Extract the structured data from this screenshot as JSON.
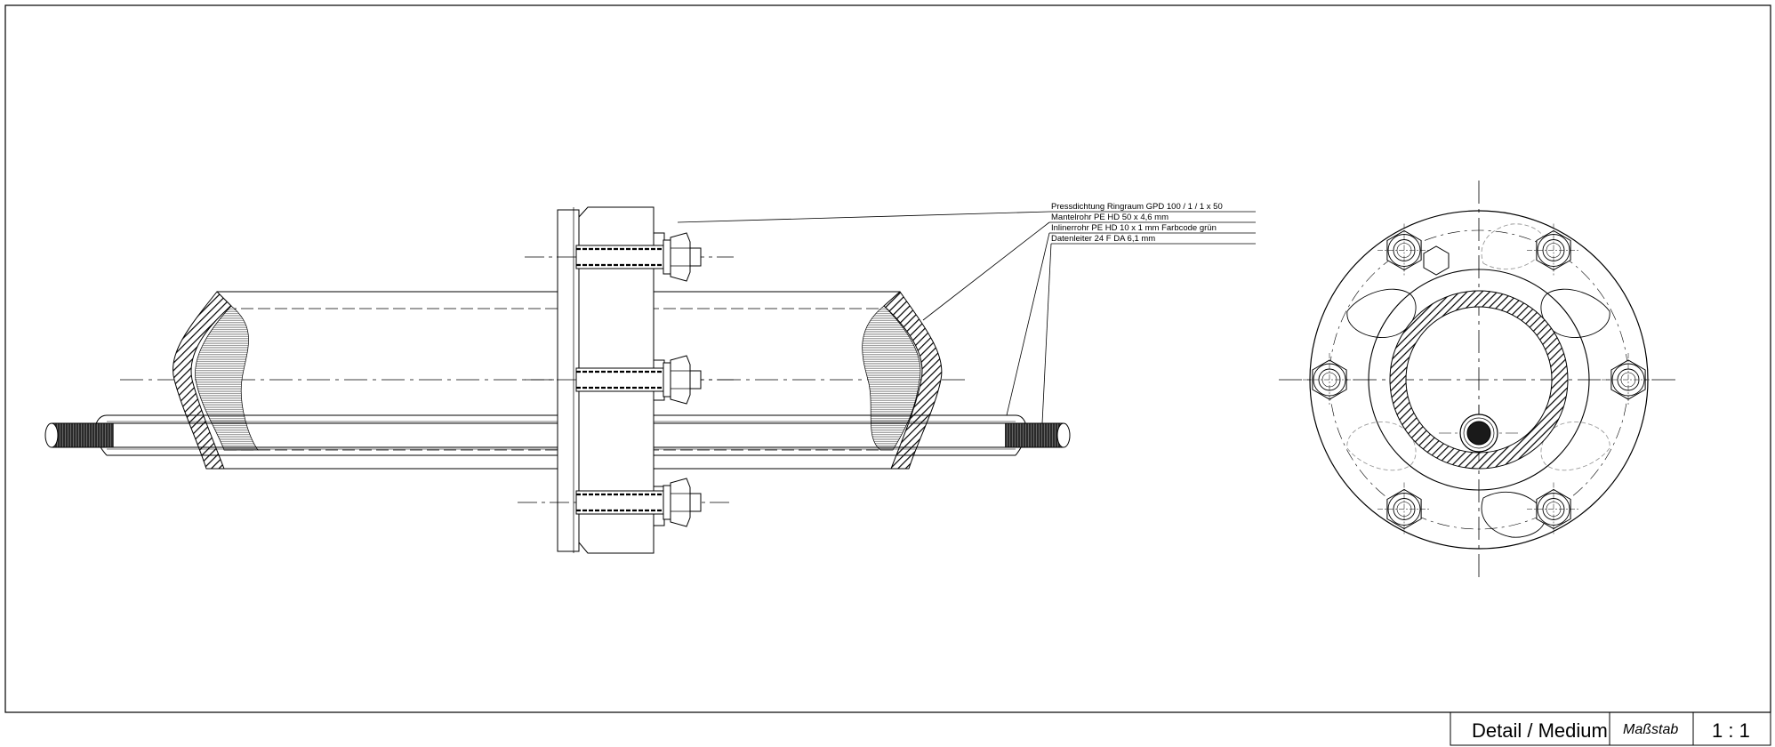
{
  "callouts": [
    "Pressdichtung Ringraum GPD 100 / 1 / 1 x 50",
    "Mantelrohr PE HD 50 x 4,6 mm",
    "Inlinerrohr PE HD 10 x 1 mm Farbcode grün",
    "Datenleiter 24 F DA 6,1 mm"
  ],
  "title_block": {
    "detail": "Detail / Medium",
    "scale_label": "Maßstab",
    "scale_value": "1 : 1"
  }
}
